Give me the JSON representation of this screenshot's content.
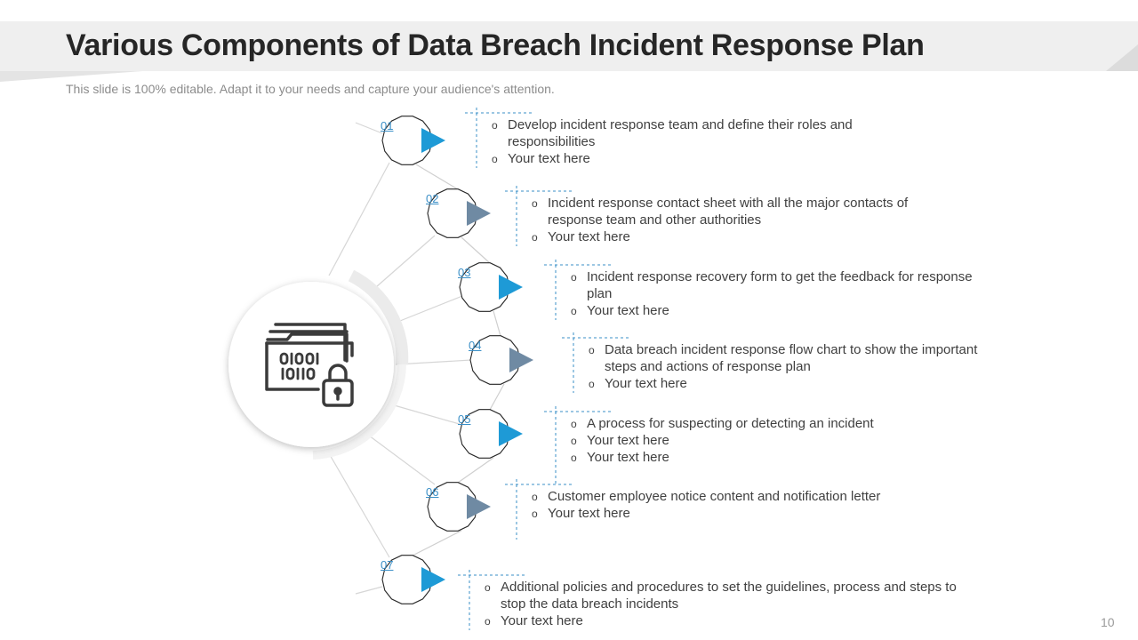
{
  "slide": {
    "title": "Various Components of Data Breach Incident Response Plan",
    "subtitle": "This slide is 100% editable. Adapt it to your needs and capture your audience's attention.",
    "page_number": "10"
  },
  "center_icon": "folder-with-binary-data-and-padlock-icon",
  "colors": {
    "accent_blue": "#1e9ad6",
    "accent_slate": "#6f8aa3",
    "title_band": "#efefef",
    "text": "#404040"
  },
  "bullet_marker": "o",
  "steps": [
    {
      "number": "01",
      "arrow": "blue",
      "lines": [
        "Develop incident response team and define their roles and responsibilities",
        "Your text here"
      ]
    },
    {
      "number": "02",
      "arrow": "slate",
      "lines": [
        "Incident response contact sheet with all the major contacts of response team and other authorities",
        "Your text here"
      ]
    },
    {
      "number": "03",
      "arrow": "blue",
      "lines": [
        "Incident response recovery form to get the feedback for response plan",
        "Your text here"
      ]
    },
    {
      "number": "04",
      "arrow": "slate",
      "lines": [
        "Data breach incident response flow chart to show the important steps and actions of response plan",
        "Your text here"
      ]
    },
    {
      "number": "05",
      "arrow": "blue",
      "lines": [
        "A process for suspecting or detecting an incident",
        "Your text here",
        "Your text here"
      ]
    },
    {
      "number": "06",
      "arrow": "slate",
      "lines": [
        "Customer employee notice content and notification letter",
        "Your text here"
      ]
    },
    {
      "number": "07",
      "arrow": "blue",
      "lines": [
        "Additional policies and procedures to set the guidelines, process and steps to stop the data breach incidents",
        "Your text here"
      ]
    }
  ]
}
